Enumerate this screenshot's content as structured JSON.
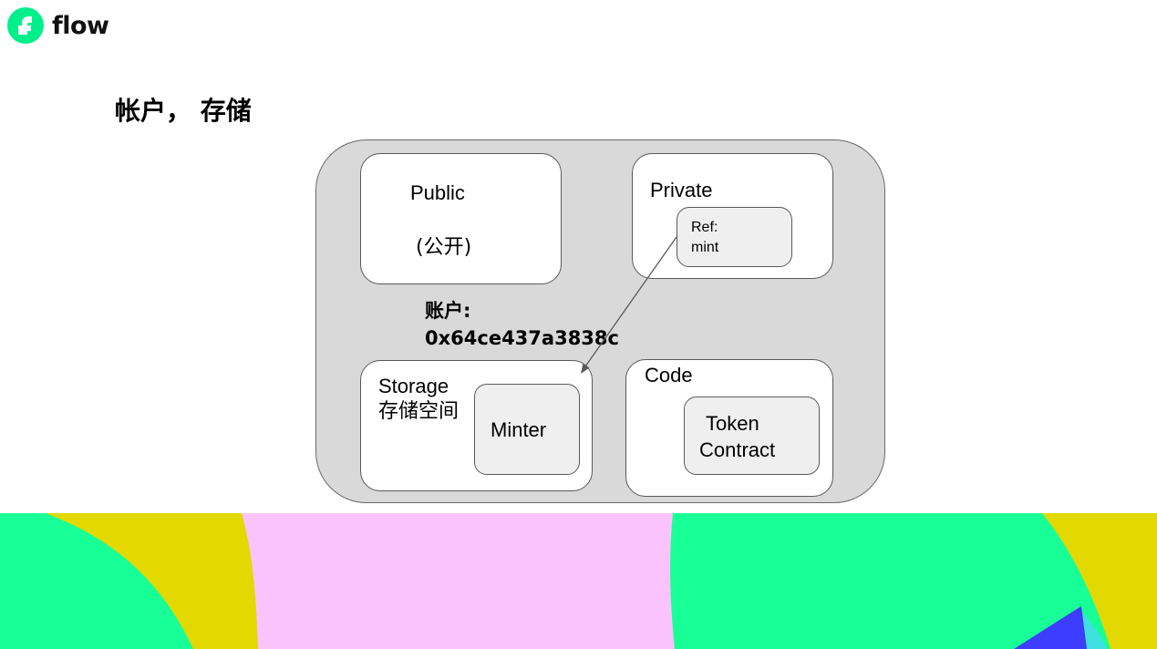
{
  "brand": {
    "name": "flow",
    "icon": "flow-logo-icon",
    "accent": "#00ef8b"
  },
  "slide": {
    "title": "帐户， 存储"
  },
  "diagram": {
    "account_label": "账户:",
    "account_address": "0x64ce437a3838c",
    "public_box": {
      "label": "Public",
      "sublabel": "(公开)"
    },
    "private_box": {
      "label": "Private",
      "ref_line1": "Ref:",
      "ref_line2": "mint"
    },
    "storage_box": {
      "label": "Storage",
      "sublabel": "存储空间",
      "inner": "Minter"
    },
    "code_box": {
      "label": "Code",
      "inner_line1": "Token",
      "inner_line2": "Contract"
    },
    "arrow": {
      "from": "Ref: mint",
      "to": "Storage"
    }
  },
  "colors": {
    "account_fill": "#d9d9d9",
    "inner_fill": "#efefef",
    "green": "#17ff96",
    "yellow": "#e3d800",
    "pink": "#fbc3fd",
    "blue": "#3d3dff",
    "cyan": "#3fe0e0"
  }
}
